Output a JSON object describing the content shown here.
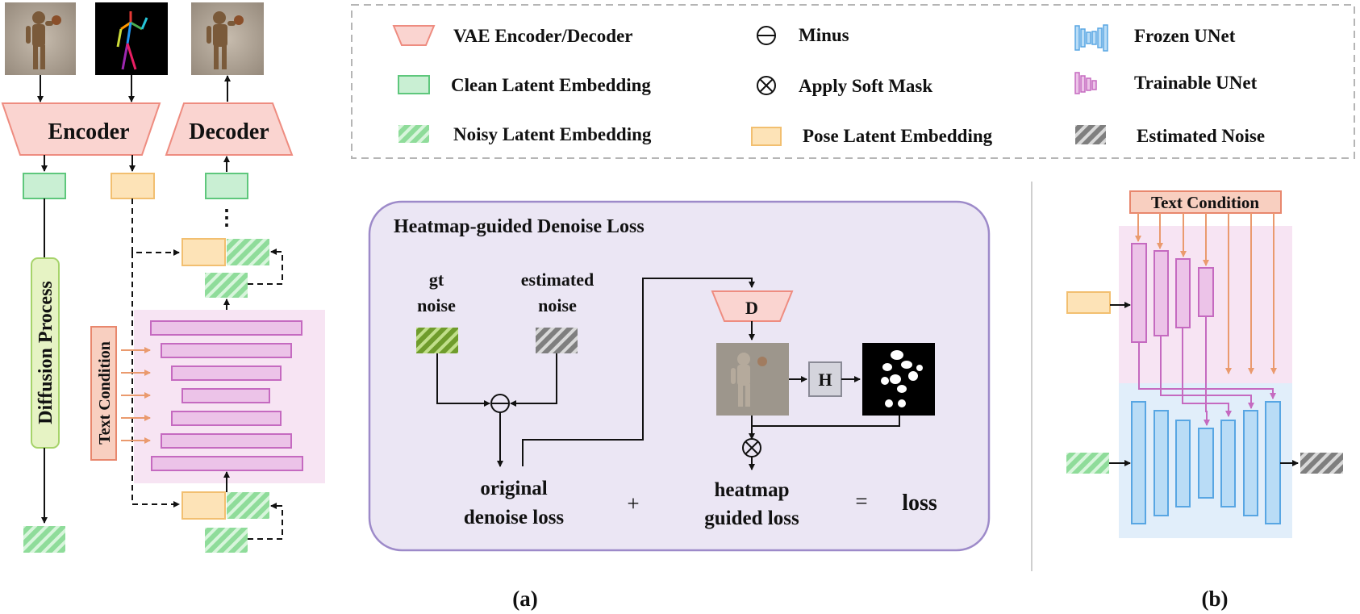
{
  "colors": {
    "vae_fill": "#fad4d0",
    "vae_stroke": "#ee8c80",
    "clean_fill": "#c9efd3",
    "clean_stroke": "#5ec77c",
    "noisy_fill": "#8fdc9a",
    "noisy_stripe": "#d8f5dc",
    "pose_fill": "#fde3b7",
    "pose_stroke": "#f2bf70",
    "frozen_fill": "#b9dcf6",
    "frozen_stroke": "#58a6e3",
    "trainable_fill": "#ecc3e8",
    "trainable_stroke": "#c56ac0",
    "estimated_fill": "#7f7f7f",
    "estimated_stripe": "#cfcfcf",
    "lavender_panel": "#ebe6f4",
    "lavender_border": "#9d8ac9",
    "pink_region": "#f7e4f3",
    "blue_region": "#e1eefa",
    "text_condition_fill": "#f8cfc0",
    "text_condition_stroke": "#e8876d",
    "orange_arrow": "#ea9a6e",
    "gt_fill": "#6f9c2c",
    "gt_stripe": "#c1df8a"
  },
  "legend": {
    "vae": "VAE Encoder/Decoder",
    "clean": "Clean Latent Embedding",
    "noisy": "Noisy Latent Embedding",
    "minus": "Minus",
    "mask": "Apply Soft Mask",
    "pose": "Pose Latent Embedding",
    "frozen": "Frozen UNet",
    "trainable": "Trainable UNet",
    "estimated": "Estimated Noise"
  },
  "left": {
    "encoder": "Encoder",
    "decoder": "Decoder",
    "diffusion": "Diffusion Process",
    "text_condition": "Text Condition",
    "dots": "⋮"
  },
  "loss_panel": {
    "title": "Heatmap-guided Denoise Loss",
    "gt_noise_1": "gt",
    "gt_noise_2": "noise",
    "est_noise_1": "estimated",
    "est_noise_2": "noise",
    "decoder": "D",
    "heatmap_op": "H",
    "original_1": "original",
    "original_2": "denoise loss",
    "plus": "+",
    "heatmap_1": "heatmap",
    "heatmap_2": "guided loss",
    "equals": "=",
    "loss": "loss"
  },
  "right": {
    "text_condition": "Text Condition"
  },
  "captions": {
    "a": "(a)",
    "b": "(b)"
  }
}
